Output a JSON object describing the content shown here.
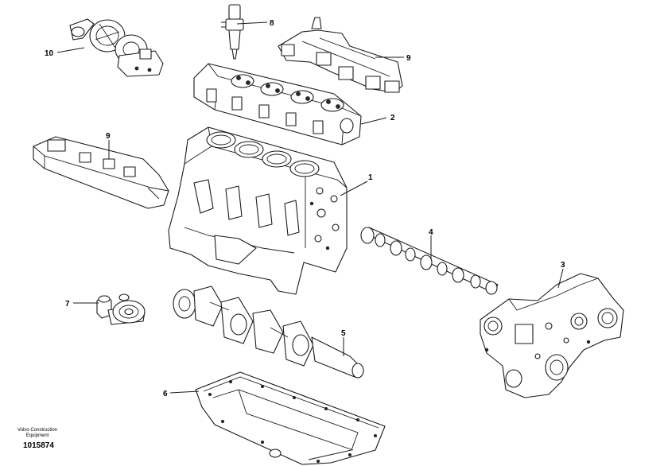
{
  "diagram": {
    "callouts": [
      {
        "id": "1",
        "label": "1"
      },
      {
        "id": "2",
        "label": "2"
      },
      {
        "id": "3",
        "label": "3"
      },
      {
        "id": "4",
        "label": "4"
      },
      {
        "id": "5",
        "label": "5"
      },
      {
        "id": "6",
        "label": "6"
      },
      {
        "id": "7",
        "label": "7"
      },
      {
        "id": "8",
        "label": "8"
      },
      {
        "id": "9a",
        "label": "9"
      },
      {
        "id": "9b",
        "label": "9"
      },
      {
        "id": "10",
        "label": "10"
      }
    ]
  },
  "footer": {
    "credit_line1": "Volvo Construction",
    "credit_line2": "Equipment",
    "reference": "1015874"
  }
}
